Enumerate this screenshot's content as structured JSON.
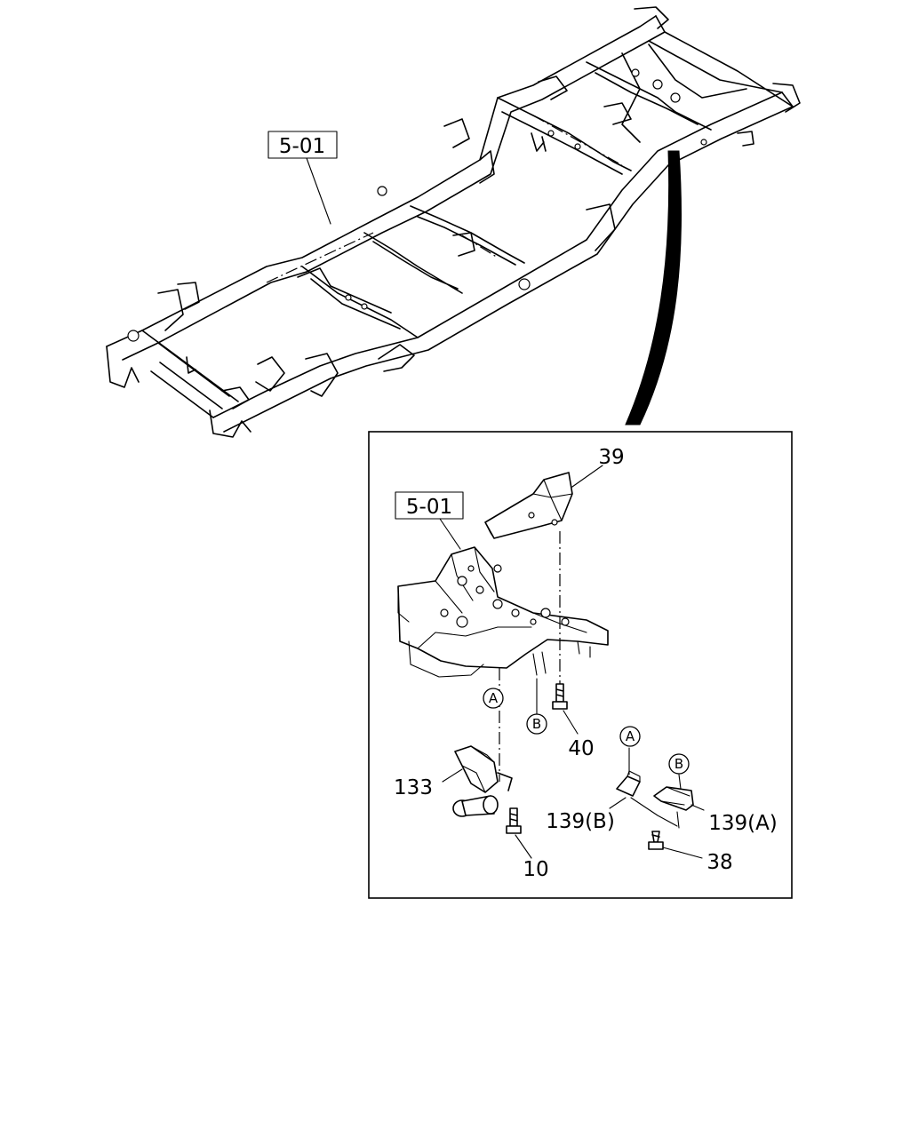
{
  "callouts": {
    "ref_main": "5-01",
    "ref_detail": "5-01",
    "p39": "39",
    "p40": "40",
    "p133": "133",
    "p10": "10",
    "p139b": "139(B)",
    "p139a": "139(A)",
    "p38": "38"
  },
  "markers": {
    "a1": "A",
    "b1": "B",
    "a2": "A",
    "b2": "B"
  }
}
